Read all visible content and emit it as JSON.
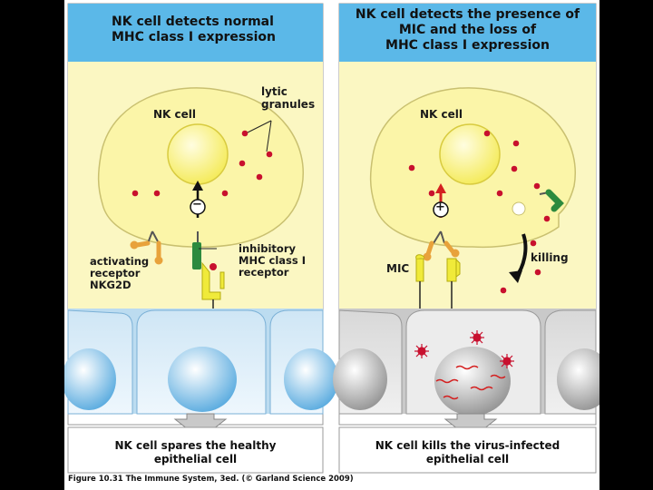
{
  "left_panel": {
    "title_line1": "NK cell detects normal",
    "title_line2": "MHC class I expression",
    "nk_cell_label": "NK cell",
    "granules_line1": "lytic",
    "granules_line2": "granules",
    "activating_line1": "activating",
    "activating_line2": "receptor",
    "activating_line3": "NKG2D",
    "inhibitory_line1": "inhibitory",
    "inhibitory_line2": "MHC class I",
    "inhibitory_line3": "receptor",
    "signal_sign": "−",
    "outcome_line1": "NK cell spares the healthy",
    "outcome_line2": "epithelial cell"
  },
  "right_panel": {
    "title_line1": "NK cell detects the presence of",
    "title_line2": "MIC and the loss of",
    "title_line3": "MHC class I expression",
    "nk_cell_label": "NK cell",
    "mic_label": "MIC",
    "killing_label": "killing",
    "signal_sign": "+",
    "outcome_line1": "NK cell kills the virus-infected",
    "outcome_line2": "epithelial cell"
  },
  "caption": "Figure 10.31 The Immune System, 3ed. (© Garland Science 2009)",
  "colors": {
    "title_bg": "#5bb8e8",
    "nk_cytoplasm": "#fbf7c2",
    "nucleus": "#f6ee6a",
    "granule": "#c8102e",
    "epithelial_healthy": "#d7ecf8",
    "epithelial_infected": "#e2e2e2",
    "inhibitory_receptor": "#2d8a3e",
    "activating_receptor": "#e8a23b",
    "mhc_mic": "#f0ea3a"
  }
}
